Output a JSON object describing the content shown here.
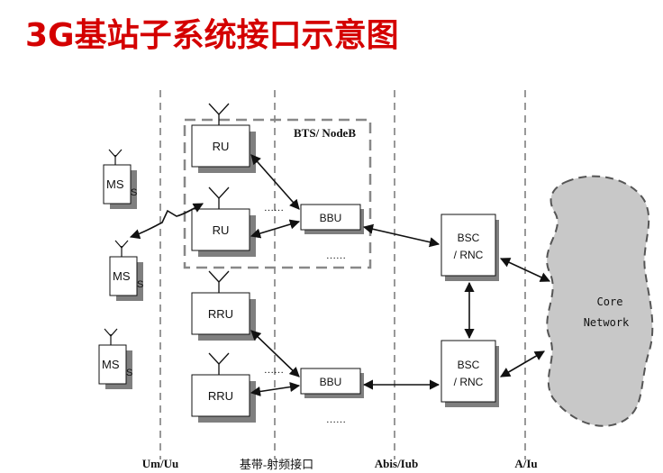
{
  "title": "3G基站子系统接口示意图",
  "interfaces": {
    "um_uu": "Um/Uu",
    "baseband_rf": "基带-射频接口",
    "abis_iub": "Abis/Iub",
    "a_iu": "A/Iu"
  },
  "bts_label": "BTS/ NodeB",
  "ms": {
    "main": "MS",
    "sub": "S"
  },
  "units": {
    "ru": "RU",
    "rru": "RRU",
    "bbu": "BBU",
    "bsc_line1": "BSC",
    "bsc_line2": "/ RNC"
  },
  "core": {
    "line1": "Core",
    "line2": "Network"
  },
  "dots": "……",
  "colors": {
    "title": "#d40000",
    "cloud": "#c8c8c8",
    "box_shadow": "#7f7f7f"
  }
}
